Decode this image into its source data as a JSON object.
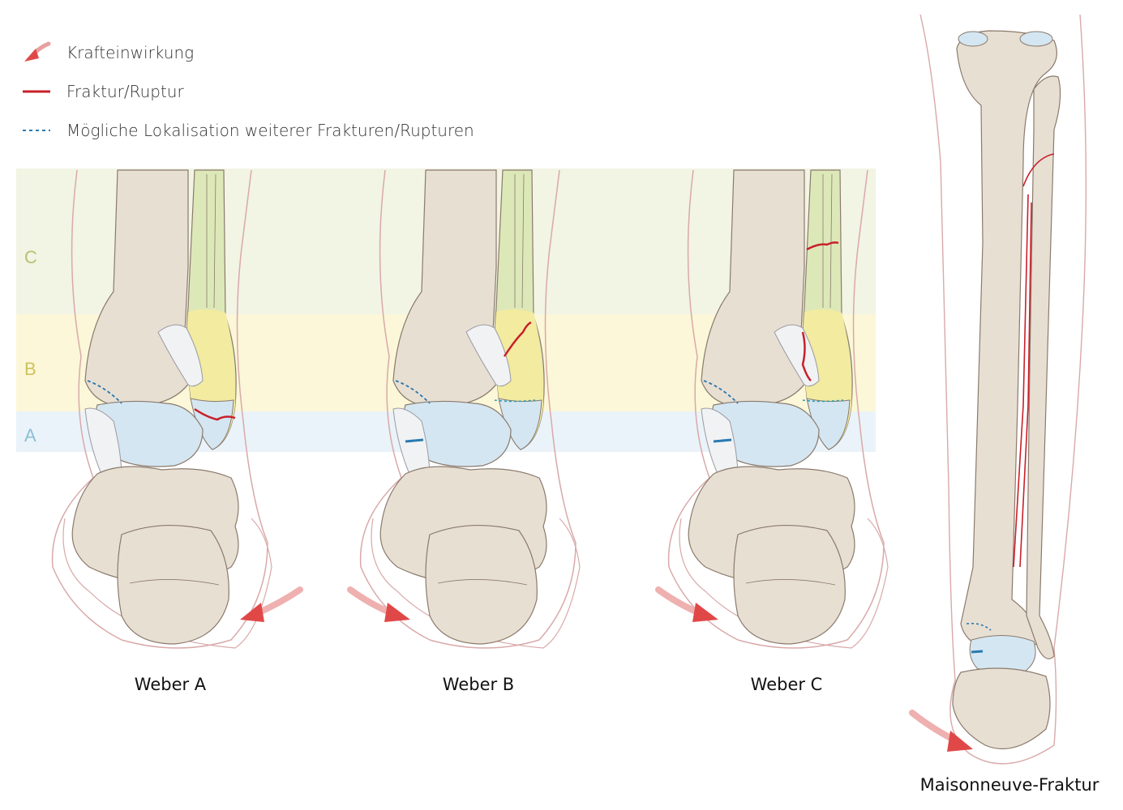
{
  "legend": [
    {
      "id": "force",
      "label": "Krafteinwirkung",
      "color": "#e04848"
    },
    {
      "id": "fracture",
      "label": "Fraktur/Ruptur",
      "color": "#c8202a"
    },
    {
      "id": "possible",
      "label": "Mögliche Lokalisation weiterer Frakturen/Rupturen",
      "color": "#2a7ab0"
    }
  ],
  "zones": [
    {
      "label": "C",
      "color": "#f2f4e4",
      "text_color": "#b9c077"
    },
    {
      "label": "B",
      "color": "#fbf7d8",
      "text_color": "#cfc25e"
    },
    {
      "label": "A",
      "color": "#eaf3f9",
      "text_color": "#8dbed8"
    }
  ],
  "panels": [
    {
      "id": "weber-a",
      "caption": "Weber A"
    },
    {
      "id": "weber-b",
      "caption": "Weber B"
    },
    {
      "id": "weber-c",
      "caption": "Weber C"
    }
  ],
  "maisonneuve": {
    "caption": "Maisonneuve-Fraktur"
  },
  "colors": {
    "bone": "#e8dfd3",
    "bone_outline": "#8a7a6c",
    "skin_outline": "#d9a9a9",
    "fibula_green": "#dde8b8",
    "fibula_yellow": "#f2eba0",
    "talus_blue": "#d4e6f1",
    "ligament": "#f1f2f4"
  }
}
